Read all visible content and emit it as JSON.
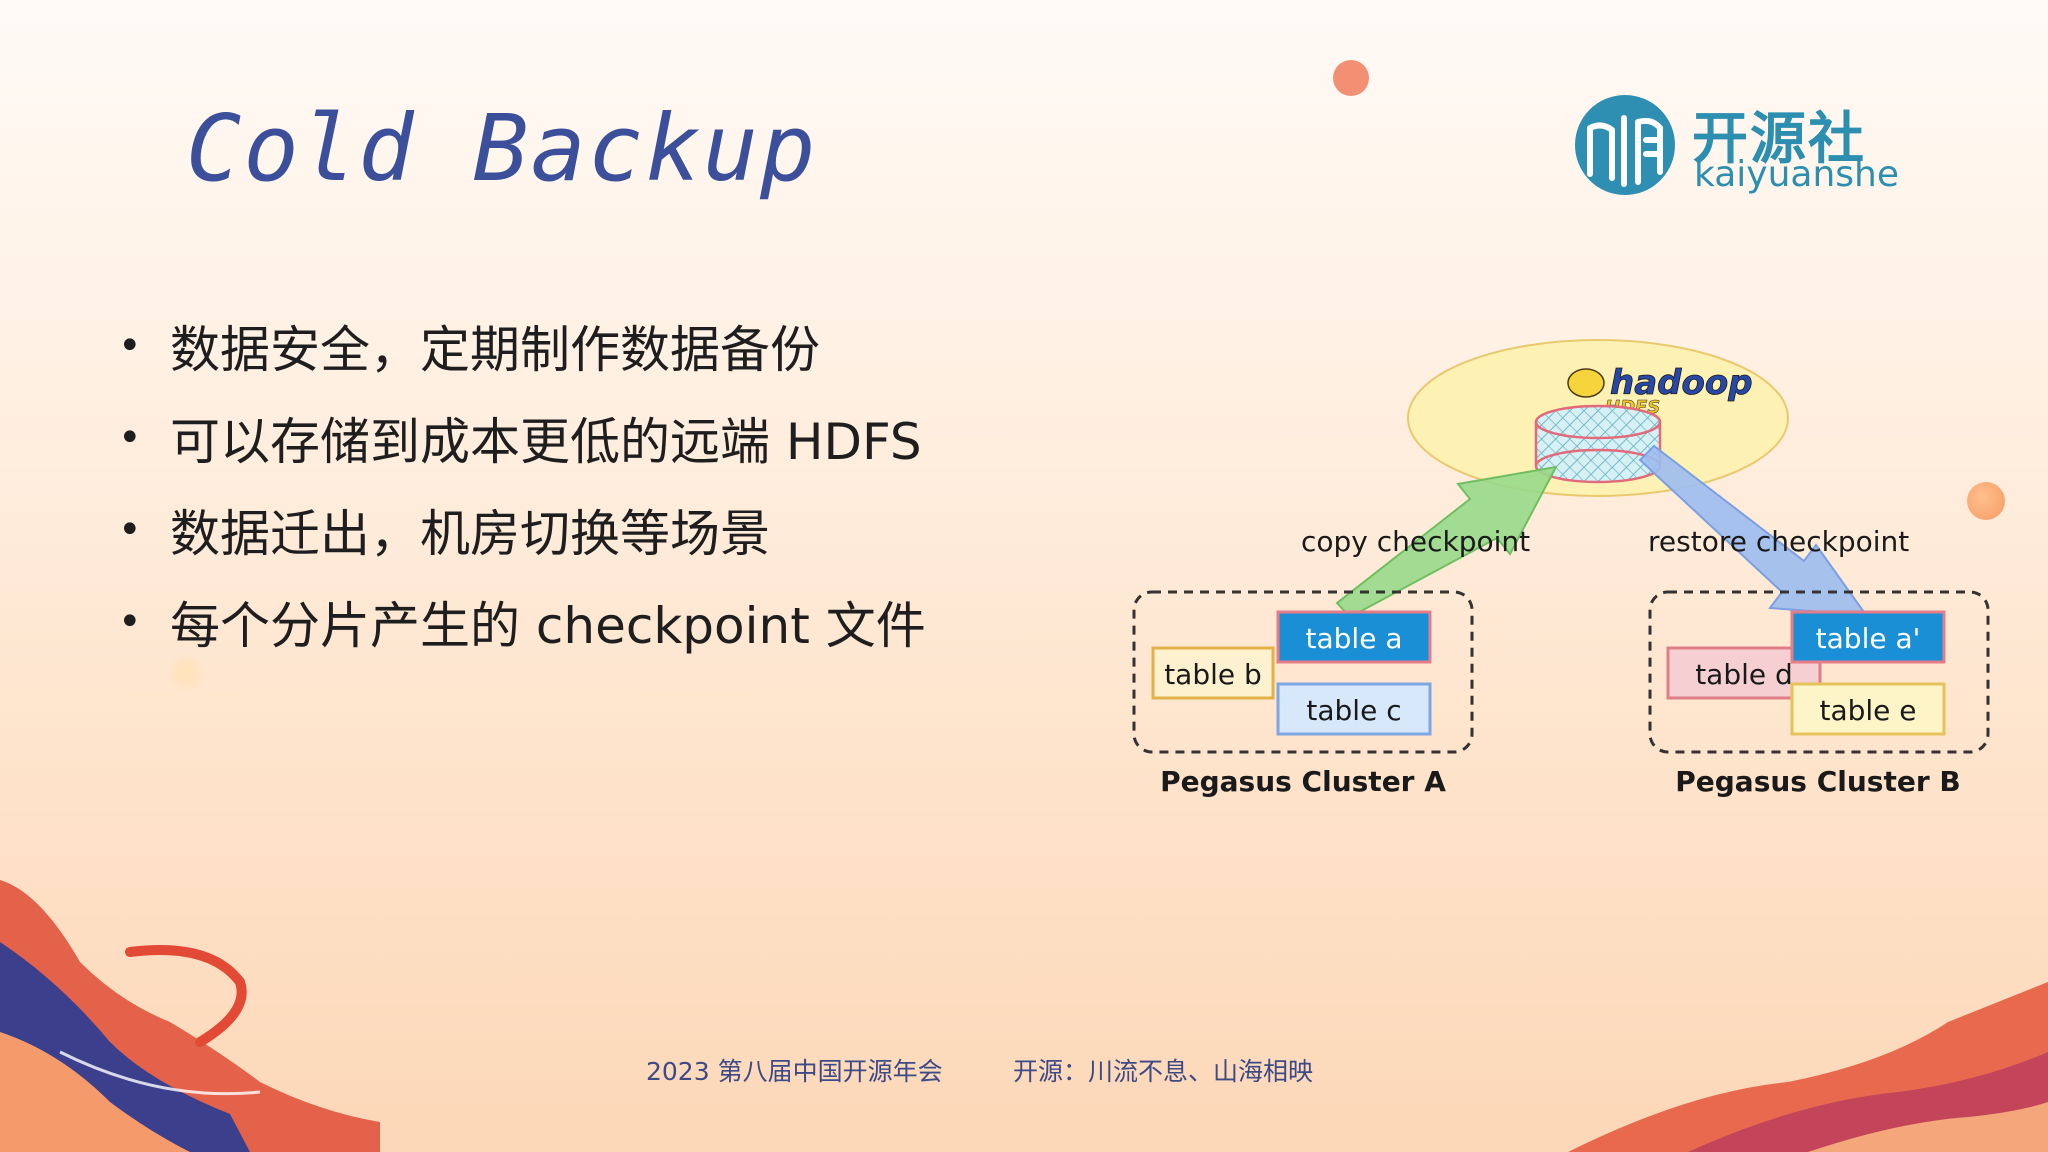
{
  "title": "Cold Backup",
  "logo": {
    "cn": "开源社",
    "en": "kaiyuanshe"
  },
  "bullets": [
    "数据安全，定期制作数据备份",
    "可以存储到成本更低的远端 HDFS",
    "数据迁出，机房切换等场景",
    "每个分片产生的 checkpoint 文件"
  ],
  "diagram": {
    "hadoop_logo": "hadoop",
    "hdfs_label": "HDFS",
    "copy_label": "copy checkpoint",
    "restore_label": "restore checkpoint",
    "cluster_a": {
      "label": "Pegasus Cluster A",
      "tables": [
        "table a",
        "table b",
        "table c"
      ]
    },
    "cluster_b": {
      "label": "Pegasus Cluster B",
      "tables": [
        "table a'",
        "table d",
        "table e"
      ]
    }
  },
  "footer": {
    "left": "2023 第八届中国开源年会",
    "right": "开源：川流不息、山海相映"
  },
  "colors": {
    "title": "#3c4f9b",
    "brand": "#2c8fb0",
    "accent": "#f08a64",
    "table_blue": "#1a8fd6",
    "arrow_green": "#8fd47a",
    "arrow_blue": "#8fb3ea"
  }
}
